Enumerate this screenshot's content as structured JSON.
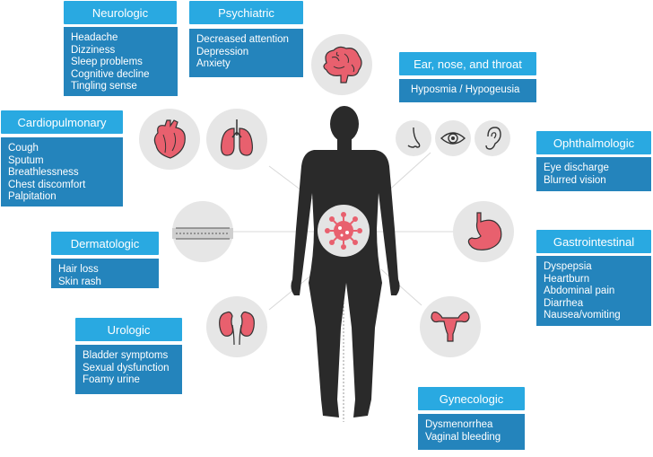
{
  "panels": {
    "neurologic": {
      "title": "Neurologic",
      "items": [
        "Headache",
        "Dizziness",
        "Sleep problems",
        "Cognitive decline",
        "Tingling sense"
      ]
    },
    "psychiatric": {
      "title": "Psychiatric",
      "items": [
        "Decreased attention",
        "Depression",
        "Anxiety"
      ]
    },
    "ent": {
      "title": "Ear, nose, and throat",
      "items": [
        "Hyposmia / Hypogeusia"
      ]
    },
    "cardiopulmonary": {
      "title": "Cardiopulmonary",
      "items": [
        "Cough",
        "Sputum",
        "Breathlessness",
        "Chest discomfort",
        "Palpitation"
      ]
    },
    "ophthalmologic": {
      "title": "Ophthalmologic",
      "items": [
        "Eye discharge",
        "Blurred vision"
      ]
    },
    "dermatologic": {
      "title": "Dermatologic",
      "items": [
        "Hair loss",
        "Skin rash"
      ]
    },
    "gastrointestinal": {
      "title": "Gastrointestinal",
      "items": [
        "Dyspepsia",
        "Heartburn",
        "Abdominal pain",
        "Diarrhea",
        "Nausea/vomiting"
      ]
    },
    "urologic": {
      "title": "Urologic",
      "items": [
        "Bladder symptoms",
        "Sexual dysfunction",
        "Foamy urine"
      ]
    },
    "gynecologic": {
      "title": "Gynecologic",
      "items": [
        "Dysmenorrhea",
        "Vaginal bleeding"
      ]
    }
  },
  "icons": [
    "brain-icon",
    "heart-icon",
    "lungs-icon",
    "nose-icon",
    "eye-icon",
    "ear-icon",
    "skin-icon",
    "stomach-icon",
    "kidneys-icon",
    "uterus-icon",
    "virus-icon"
  ],
  "colors": {
    "header": "#29a9e1",
    "body": "#2484bc",
    "organ": "#e8606e",
    "silhouette": "#2a2a2a",
    "circle": "#e6e6e6"
  }
}
